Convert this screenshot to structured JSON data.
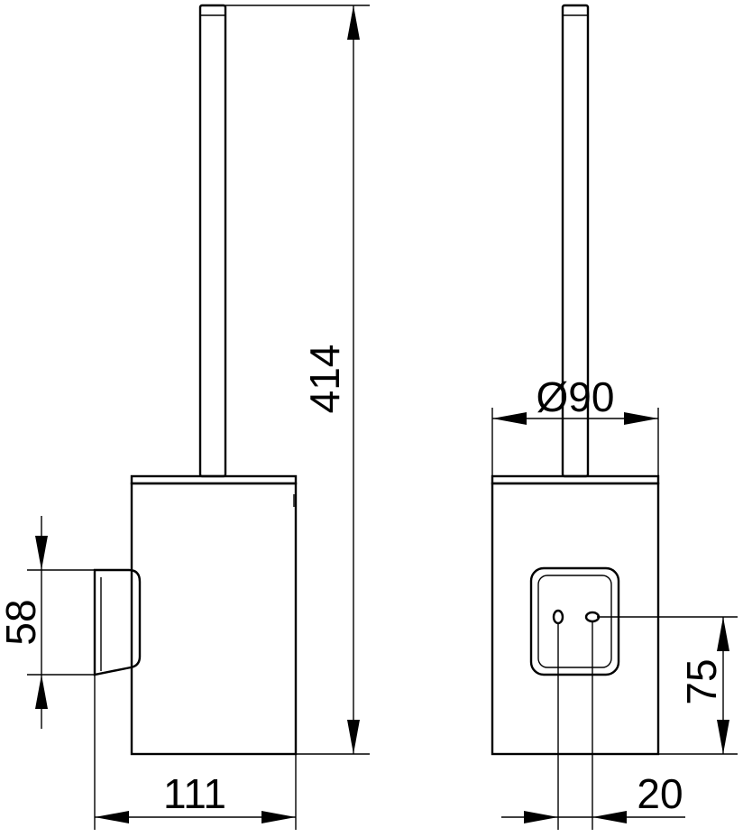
{
  "drawing": {
    "dimensions": {
      "height_total": "414",
      "holder_height": "58",
      "depth": "111",
      "diameter": "Ø90",
      "fixing_height": "75",
      "hole_spacing": "20"
    }
  }
}
